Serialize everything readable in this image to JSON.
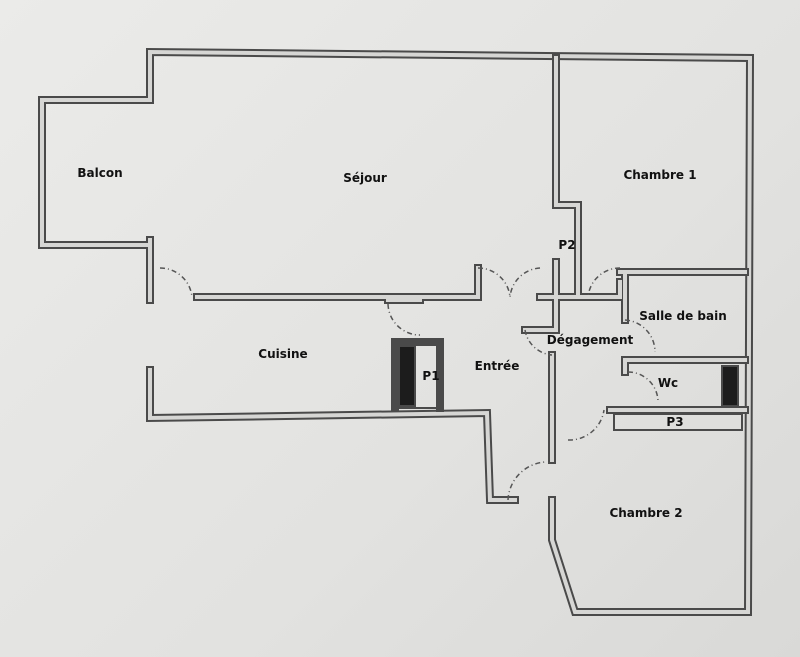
{
  "rooms": {
    "balcon": "Balcon",
    "sejour": "Séjour",
    "chambre1": "Chambre 1",
    "p2": "P2",
    "salle_de_bain": "Salle de bain",
    "degagement": "Dégagement",
    "cuisine": "Cuisine",
    "p1": "P1",
    "entree": "Entrée",
    "wc": "Wc",
    "p3": "P3",
    "chambre2": "Chambre 2"
  }
}
